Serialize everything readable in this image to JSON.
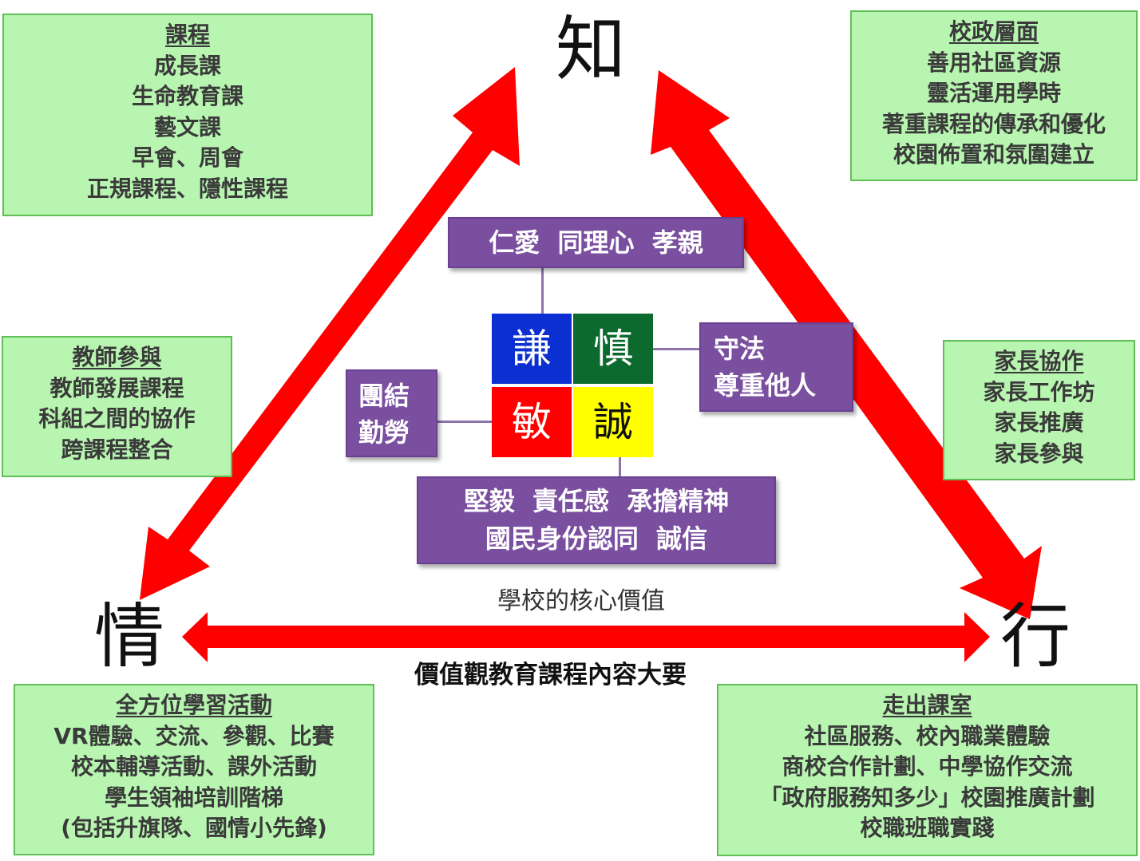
{
  "colors": {
    "arrow": "#ff0000",
    "green_box_fill": "#b8f5b0",
    "green_box_border": "#5fbf55",
    "purple_box_fill": "#7a4fa0",
    "quad_blue": "#0b2fd0",
    "quad_green": "#0c6a2e",
    "quad_red": "#ff0000",
    "quad_yellow": "#ffff00"
  },
  "vertices": {
    "top": "知",
    "left": "情",
    "right": "行"
  },
  "boxes": {
    "curriculum": {
      "title": "課程",
      "items": [
        "成長課",
        "生命教育課",
        "藝文課",
        "早會、周會",
        "正規課程、隱性課程"
      ]
    },
    "school_admin": {
      "title": "校政層面",
      "items": [
        "善用社區資源",
        "靈活運用學時",
        "著重課程的傳承和優化",
        "校園佈置和氛圍建立"
      ]
    },
    "teacher": {
      "title": "教師參與",
      "items": [
        "教師發展課程",
        "科組之間的協作",
        "跨課程整合"
      ]
    },
    "parent": {
      "title": "家長協作",
      "items": [
        "家長工作坊",
        "家長推廣",
        "家長參與"
      ]
    },
    "all_round": {
      "title": "全方位學習活動",
      "items": [
        "VR體驗、交流、參觀、比賽",
        "校本輔導活動、課外活動",
        "學生領袖培訓階梯",
        "(包括升旗隊、國情小先鋒)"
      ]
    },
    "out_classroom": {
      "title": "走出課室",
      "items": [
        "社區服務、校內職業體驗",
        "商校合作計劃、中學協作交流",
        "「政府服務知多少」校園推廣計劃",
        "校職班職實踐"
      ]
    }
  },
  "core": {
    "quads": {
      "humble": "謙",
      "prudent": "慎",
      "sensitive": "敏",
      "sincere": "誠"
    },
    "values_top": "仁愛  同理心  孝親",
    "values_right": [
      "守法",
      "尊重他人"
    ],
    "values_left": [
      "團結",
      "勤勞"
    ],
    "values_bottom": [
      "堅毅  責任感  承擔精神",
      "國民身份認同  誠信"
    ],
    "caption": "學校的核心價值"
  },
  "bottom_title": "價值觀教育課程內容大要"
}
